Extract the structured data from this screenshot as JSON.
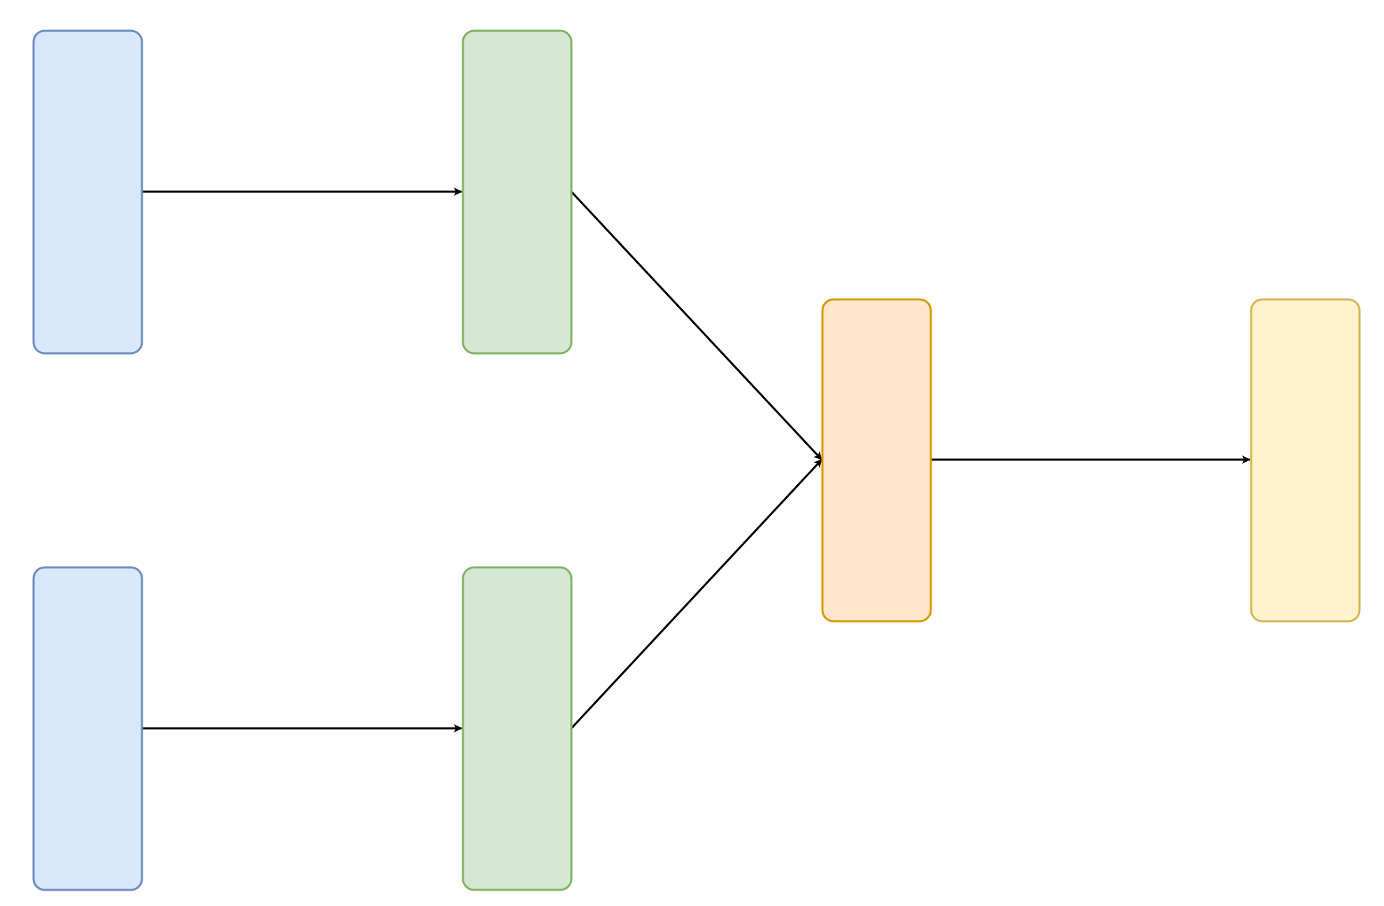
{
  "nodes": [
    {
      "id": "input-1",
      "fill": "#dae8fc",
      "stroke": "#6c8ebf"
    },
    {
      "id": "input-2",
      "fill": "#dae8fc",
      "stroke": "#6c8ebf"
    },
    {
      "id": "process-1",
      "fill": "#d5e8d4",
      "stroke": "#82b366"
    },
    {
      "id": "process-2",
      "fill": "#d5e8d4",
      "stroke": "#82b366"
    },
    {
      "id": "merge",
      "fill": "#ffe6cc",
      "stroke": "#d79b00"
    },
    {
      "id": "output",
      "fill": "#fff2cc",
      "stroke": "#d6b656"
    }
  ],
  "edges": [
    {
      "from": "input-1",
      "to": "process-1"
    },
    {
      "from": "input-2",
      "to": "process-2"
    },
    {
      "from": "process-1",
      "to": "merge"
    },
    {
      "from": "process-2",
      "to": "merge"
    },
    {
      "from": "merge",
      "to": "output"
    }
  ],
  "edge_color": "#000000"
}
